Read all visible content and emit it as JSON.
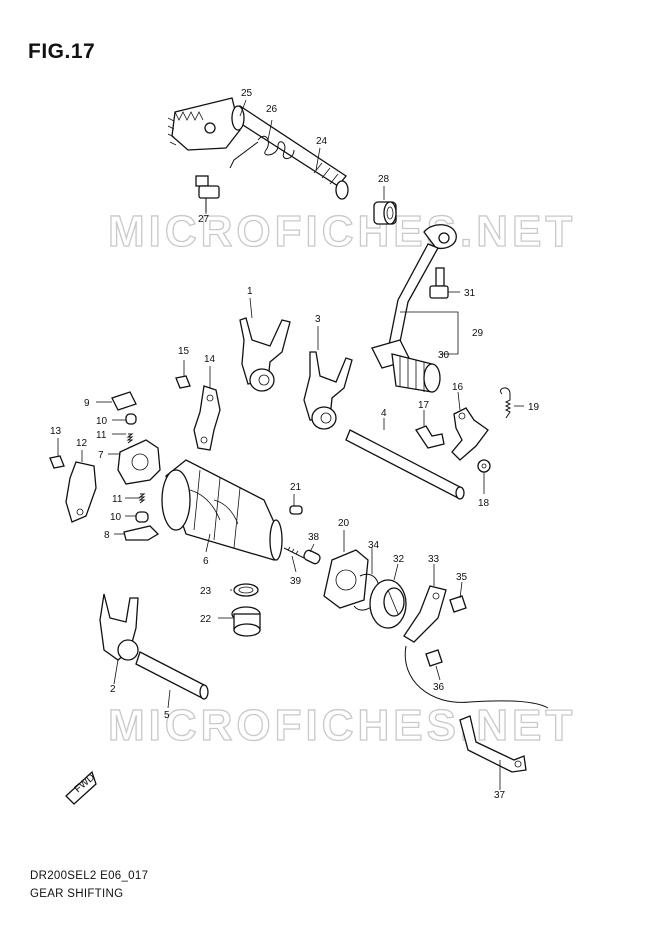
{
  "figure": {
    "title": "FIG.17",
    "model_code": "DR200SEL2 E06_017",
    "caption": "GEAR SHIFTING"
  },
  "watermark": "MICROFICHES.NET",
  "fwd_marker": "FWD",
  "callouts": {
    "c1": "1",
    "c2": "2",
    "c3": "3",
    "c4": "4",
    "c5": "5",
    "c6": "6",
    "c7": "7",
    "c8": "8",
    "c9": "9",
    "c10a": "10",
    "c10b": "10",
    "c11a": "11",
    "c11b": "11",
    "c12": "12",
    "c13": "13",
    "c14": "14",
    "c15": "15",
    "c16": "16",
    "c17": "17",
    "c18": "18",
    "c19": "19",
    "c20": "20",
    "c21": "21",
    "c22": "22",
    "c23": "23",
    "c24": "24",
    "c25": "25",
    "c26": "26",
    "c27": "27",
    "c28": "28",
    "c29": "29",
    "c30": "30",
    "c31": "31",
    "c32": "32",
    "c33": "33",
    "c34": "34",
    "c35": "35",
    "c36": "36",
    "c37": "37",
    "c38": "38",
    "c39": "39"
  }
}
